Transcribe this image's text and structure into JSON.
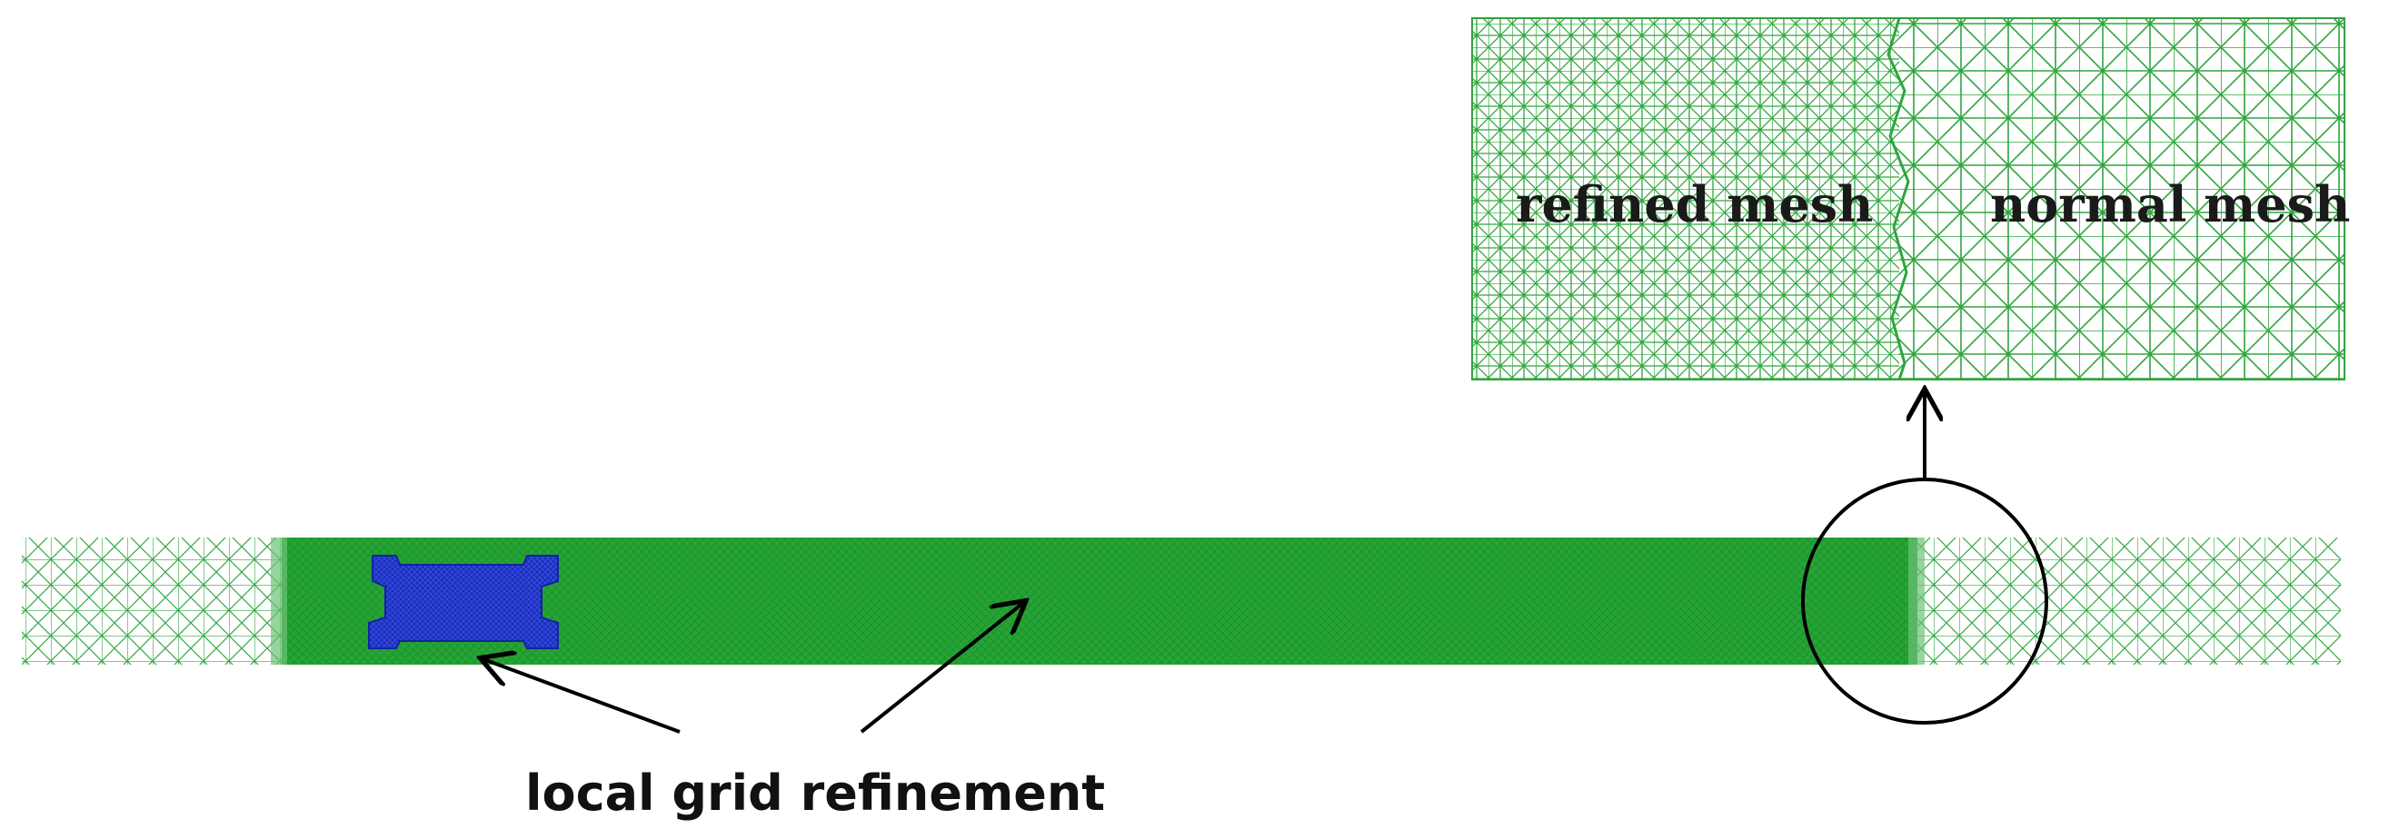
{
  "figure": {
    "inset": {
      "left_label": "refined mesh",
      "right_label": "normal mesh"
    },
    "caption": "local grid refinement",
    "colors": {
      "mesh_green": "#2aa63a",
      "refined_green": "#1fa52f",
      "refined_blue": "#1a2fbf",
      "annotation": "#000000"
    }
  }
}
